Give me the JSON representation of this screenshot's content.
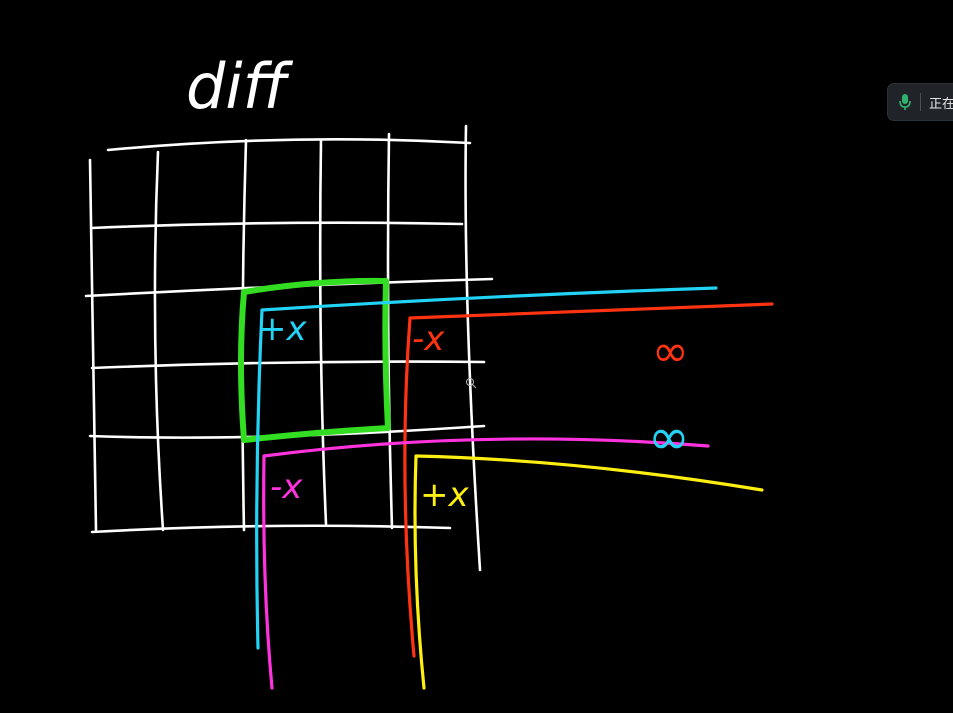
{
  "diagram": {
    "title": "diff",
    "labels": {
      "green_box_label": "+x",
      "red_label": "-x",
      "magenta_label": "-x",
      "yellow_label": "+x",
      "red_infinity": "∞",
      "cyan_infinity": "∞"
    },
    "colors": {
      "grid": "#ffffff",
      "green": "#33dd22",
      "cyan": "#22d3f5",
      "red": "#ff3311",
      "magenta": "#ff33dd",
      "yellow": "#ffee11",
      "background": "#000000"
    }
  },
  "recording_pill": {
    "icon": "microphone-icon",
    "status_text": "正在"
  }
}
